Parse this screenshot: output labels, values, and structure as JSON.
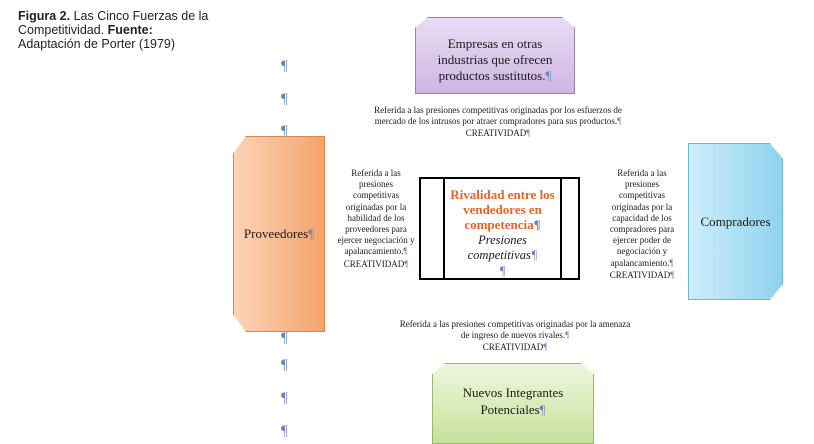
{
  "caption": {
    "figure_label": "Figura 2.",
    "figure_title": "Las Cinco Fuerzas de la Competitividad.",
    "source_label": "Fuente:",
    "source_text": "Adaptación de Porter (1979)"
  },
  "pilcrow": "¶",
  "forces": {
    "top": "Empresas en otras industrias que ofrecen productos sustitutos.",
    "left": "Proveedores",
    "right": "Compradores",
    "bottom": "Nuevos Integrantes Potenciales"
  },
  "center": {
    "title": "Rivalidad entre los vendedores en competencia",
    "subtitle": "Presiones competitivas"
  },
  "annotations": {
    "top": "Referida a las presiones competitivas originadas por los esfuerzos de mercado de los intrusos por atraer compradores para sus productos.",
    "left": "Referida a las presiones competitivas originadas por la habilidad de los proveedores para ejercer negociación y apalancamiento.",
    "right": "Referida a las presiones competitivas originadas por la capacidad de los compradores para ejercer poder de negociación y apalancamiento.",
    "bottom": "Referida a las presiones competitivas originadas por la amenaza de ingreso de nuevos rivales."
  },
  "creatividad": "CREATIVIDAD",
  "colors": {
    "top_box": "#cdb6e2",
    "left_box": "#f4a36a",
    "right_box": "#8fd2ee",
    "bottom_box": "#c8e09a",
    "center_title": "#e2642a",
    "pilcrow": "#6a84bd"
  }
}
